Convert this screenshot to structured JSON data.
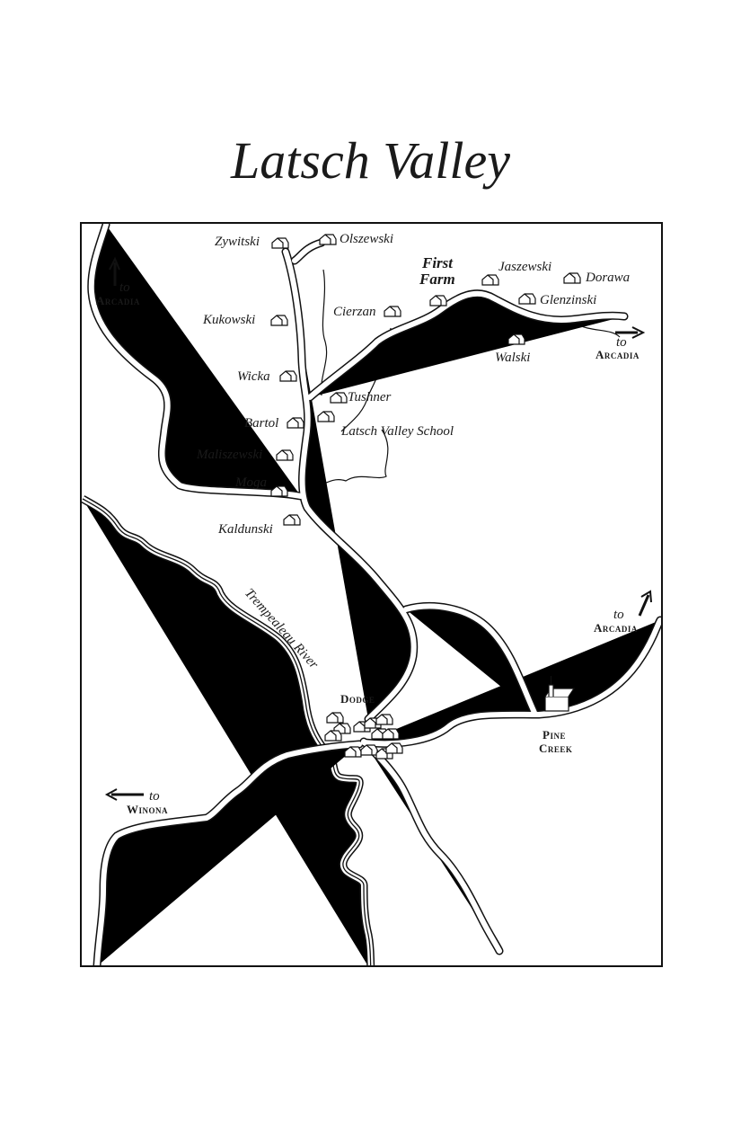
{
  "title": "Latsch Valley",
  "farms": [
    "Zywitski",
    "Olszewski",
    "Kukowski",
    "Cierzan",
    "Wicka",
    "Tushner",
    "Bartol",
    "Latsch Valley School",
    "Maliszewski",
    "Moga",
    "Kaldunski",
    "Jaszewski",
    "Dorawa",
    "Glenzinski",
    "Walski"
  ],
  "first_farm": [
    "First",
    "Farm"
  ],
  "river": "Trempealeau River",
  "towns": {
    "dodge": "Dodge",
    "pine_creek": [
      "Pine",
      "Creek"
    ]
  },
  "directions": {
    "to": "to",
    "nw": "Arcadia",
    "east": "Arcadia",
    "ne": "Arcadia",
    "west": "Winona"
  }
}
